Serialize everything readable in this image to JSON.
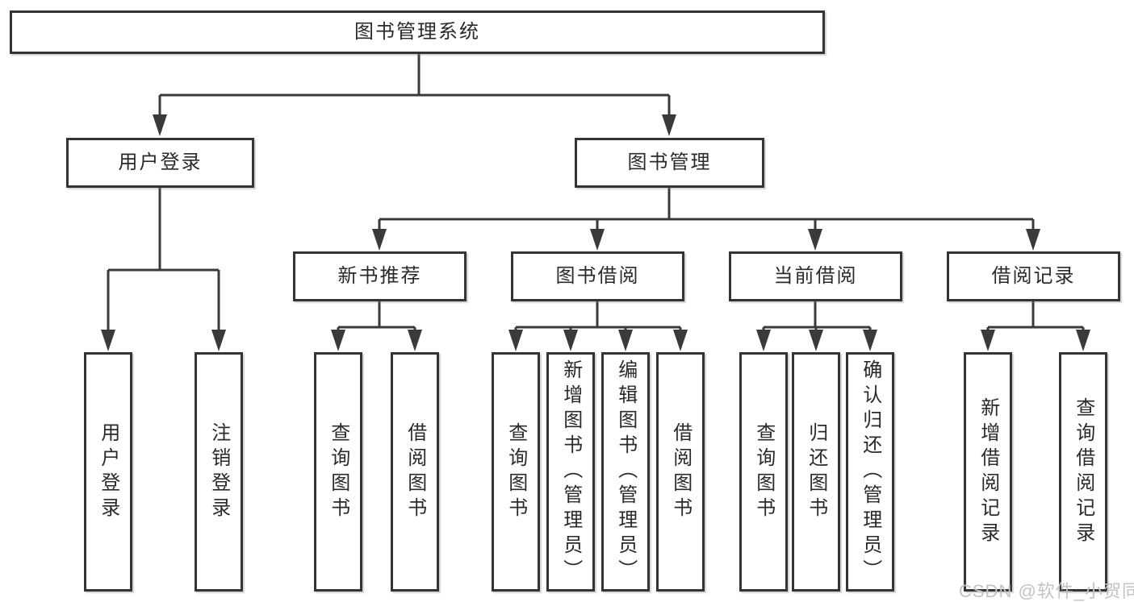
{
  "colors": {
    "line": "#3a3a3a",
    "box_border": "#343434",
    "box_fill": "#ffffff",
    "text": "#2a2a2a",
    "watermark_text": "#c6c2c2",
    "background": "#ffffff"
  },
  "watermark": "CSDN @软件_小贺同学",
  "tree": {
    "root": "图书管理系统",
    "branches": [
      {
        "label": "用户登录",
        "leaves": [
          "用户登录",
          "注销登录"
        ]
      },
      {
        "label": "图书管理",
        "sections": [
          {
            "label": "新书推荐",
            "leaves": [
              "查询图书",
              "借阅图书"
            ]
          },
          {
            "label": "图书借阅",
            "leaves": [
              "查询图书",
              "新增图书（管理员）",
              "编辑图书（管理员）",
              "借阅图书"
            ]
          },
          {
            "label": "当前借阅",
            "leaves": [
              "查询图书",
              "归还图书",
              "确认归还（管理员）"
            ]
          },
          {
            "label": "借阅记录",
            "leaves": [
              "新增借阅记录",
              "查询借阅记录"
            ]
          }
        ]
      }
    ]
  }
}
